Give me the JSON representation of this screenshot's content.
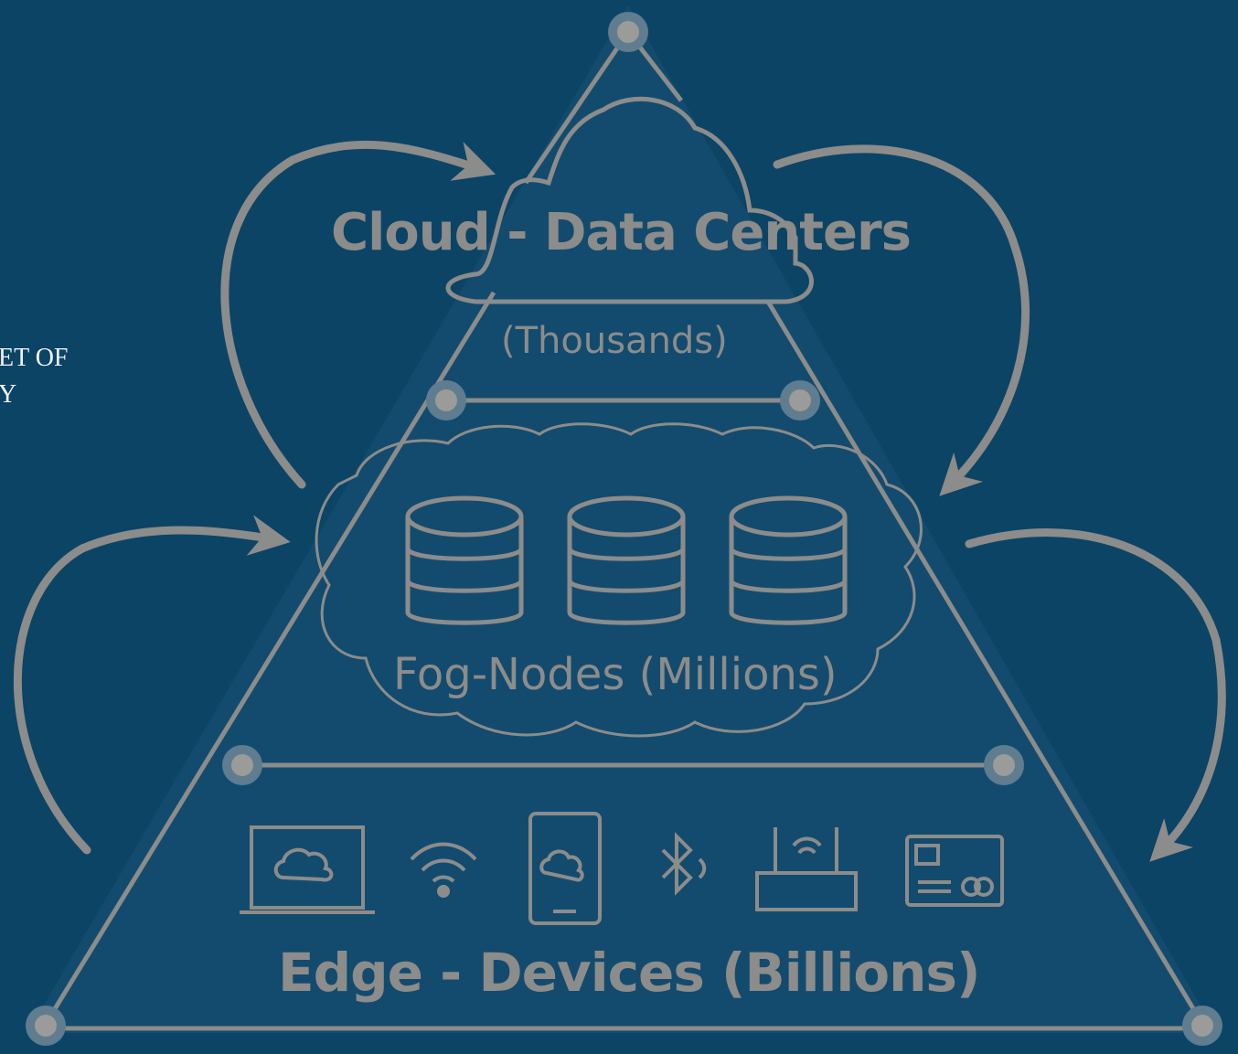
{
  "side_text": {
    "line1": "ET OF",
    "line2": "Y"
  },
  "tiers": {
    "cloud": {
      "title": "Cloud - Data Centers",
      "count": "(Thousands)"
    },
    "fog": {
      "title": "Fog-Nodes (Millions)"
    },
    "edge": {
      "title": "Edge - Devices (Billions)"
    }
  },
  "colors": {
    "background": "#0c4466",
    "line": "#8c8c8a",
    "node": "#9b9b99",
    "text": "#8c8c8a"
  },
  "icons": [
    "cloud-icon",
    "database-icon",
    "laptop-icon",
    "wifi-icon",
    "smartphone-icon",
    "bluetooth-icon",
    "router-icon",
    "card-icon"
  ]
}
